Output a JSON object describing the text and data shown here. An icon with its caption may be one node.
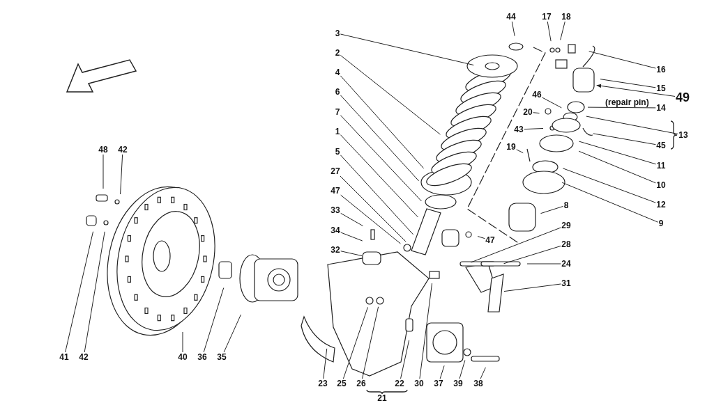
{
  "diagram": {
    "nodes": [
      {
        "text": [
          "44"
        ]
      },
      {
        "text": [
          "17"
        ]
      },
      {
        "text": [
          "18"
        ]
      },
      {
        "text": [
          "3"
        ]
      },
      {
        "text": [
          "2"
        ]
      },
      {
        "text": [
          "16"
        ]
      },
      {
        "text": [
          "4"
        ]
      },
      {
        "text": [
          "15"
        ]
      },
      {
        "text": [
          "49"
        ]
      },
      {
        "text": [
          "6"
        ]
      },
      {
        "text": [
          "14"
        ]
      },
      {
        "text": [
          "46"
        ]
      },
      {
        "text": [
          "7"
        ]
      },
      {
        "text": [
          "20"
        ]
      },
      {
        "text": [
          "13"
        ]
      },
      {
        "text": [
          "43"
        ]
      },
      {
        "text": [
          "1"
        ]
      },
      {
        "text": [
          "45"
        ]
      },
      {
        "text": [
          "19"
        ]
      },
      {
        "text": [
          "5"
        ]
      },
      {
        "text": [
          "11"
        ]
      },
      {
        "text": [
          "27"
        ]
      },
      {
        "text": [
          "10"
        ]
      },
      {
        "text": [
          "47"
        ]
      },
      {
        "text": [
          "12"
        ]
      },
      {
        "text": [
          "8"
        ]
      },
      {
        "text": [
          "33"
        ]
      },
      {
        "text": [
          "47"
        ]
      },
      {
        "text": [
          "9"
        ]
      },
      {
        "text": [
          "34"
        ]
      },
      {
        "text": [
          "29"
        ]
      },
      {
        "text": [
          "32"
        ]
      },
      {
        "text": [
          "28"
        ]
      },
      {
        "text": [
          "24"
        ]
      },
      {
        "text": [
          "31"
        ]
      },
      {
        "text": [
          "48"
        ]
      },
      {
        "text": [
          "42"
        ]
      },
      {
        "text": [
          "41"
        ]
      },
      {
        "text": [
          "42"
        ]
      },
      {
        "text": [
          "40"
        ]
      },
      {
        "text": [
          "36"
        ]
      },
      {
        "text": [
          "35"
        ]
      },
      {
        "text": [
          "23"
        ]
      },
      {
        "text": [
          "25"
        ]
      },
      {
        "text": [
          "26"
        ]
      },
      {
        "text": [
          "21"
        ]
      },
      {
        "text": [
          "22"
        ]
      },
      {
        "text": [
          "30"
        ]
      },
      {
        "text": [
          "37"
        ]
      },
      {
        "text": [
          "39"
        ]
      },
      {
        "text": [
          "38"
        ]
      }
    ],
    "edges": [
      {
        "from": 0,
        "to": null,
        "arrow": "none"
      },
      {
        "from": 1,
        "to": null,
        "arrow": "none"
      },
      {
        "from": 2,
        "to": null,
        "arrow": "none"
      },
      {
        "from": 3,
        "to": null,
        "arrow": "none"
      },
      {
        "from": 4,
        "to": null,
        "arrow": "none"
      },
      {
        "from": 5,
        "to": null,
        "arrow": "none"
      },
      {
        "from": 6,
        "to": null,
        "arrow": "none"
      },
      {
        "from": 7,
        "to": null,
        "arrow": "none"
      },
      {
        "from": 8,
        "to": null,
        "arrow": "to"
      },
      {
        "from": 9,
        "to": null,
        "arrow": "none"
      },
      {
        "from": 10,
        "to": null,
        "arrow": "none"
      },
      {
        "from": 11,
        "to": null,
        "arrow": "none"
      },
      {
        "from": 12,
        "to": null,
        "arrow": "none"
      },
      {
        "from": 13,
        "to": null,
        "arrow": "none"
      },
      {
        "from": 14,
        "to": null,
        "arrow": "none"
      },
      {
        "from": 15,
        "to": null,
        "arrow": "none"
      },
      {
        "from": 16,
        "to": null,
        "arrow": "none"
      },
      {
        "from": 17,
        "to": null,
        "arrow": "none"
      },
      {
        "from": 18,
        "to": null,
        "arrow": "none"
      },
      {
        "from": 19,
        "to": null,
        "arrow": "none"
      },
      {
        "from": 20,
        "to": null,
        "arrow": "none"
      },
      {
        "from": 21,
        "to": null,
        "arrow": "none"
      },
      {
        "from": 22,
        "to": null,
        "arrow": "none"
      },
      {
        "from": 23,
        "to": null,
        "arrow": "none"
      },
      {
        "from": 24,
        "to": null,
        "arrow": "none"
      },
      {
        "from": 25,
        "to": null,
        "arrow": "none"
      },
      {
        "from": 26,
        "to": null,
        "arrow": "none"
      },
      {
        "from": 27,
        "to": null,
        "arrow": "none"
      },
      {
        "from": 28,
        "to": null,
        "arrow": "none"
      },
      {
        "from": 29,
        "to": null,
        "arrow": "none"
      },
      {
        "from": 30,
        "to": null,
        "arrow": "none"
      },
      {
        "from": 31,
        "to": null,
        "arrow": "none"
      },
      {
        "from": 32,
        "to": null,
        "arrow": "none"
      },
      {
        "from": 33,
        "to": null,
        "arrow": "none"
      },
      {
        "from": 34,
        "to": null,
        "arrow": "none"
      },
      {
        "from": 35,
        "to": null,
        "arrow": "none"
      },
      {
        "from": 36,
        "to": null,
        "arrow": "none"
      },
      {
        "from": 37,
        "to": null,
        "arrow": "none"
      },
      {
        "from": 38,
        "to": null,
        "arrow": "none"
      },
      {
        "from": 39,
        "to": null,
        "arrow": "none"
      },
      {
        "from": 40,
        "to": null,
        "arrow": "none"
      },
      {
        "from": 41,
        "to": null,
        "arrow": "none"
      },
      {
        "from": 42,
        "to": null,
        "arrow": "none"
      },
      {
        "from": 43,
        "to": null,
        "arrow": "none"
      },
      {
        "from": 44,
        "to": null,
        "arrow": "none"
      },
      {
        "from": 46,
        "to": null,
        "arrow": "none"
      },
      {
        "from": 47,
        "to": null,
        "arrow": "none"
      },
      {
        "from": 48,
        "to": null,
        "arrow": "none"
      },
      {
        "from": 49,
        "to": null,
        "arrow": "none"
      },
      {
        "from": 50,
        "to": null,
        "arrow": "none"
      }
    ],
    "labels": [
      "(repair pin)"
    ]
  }
}
